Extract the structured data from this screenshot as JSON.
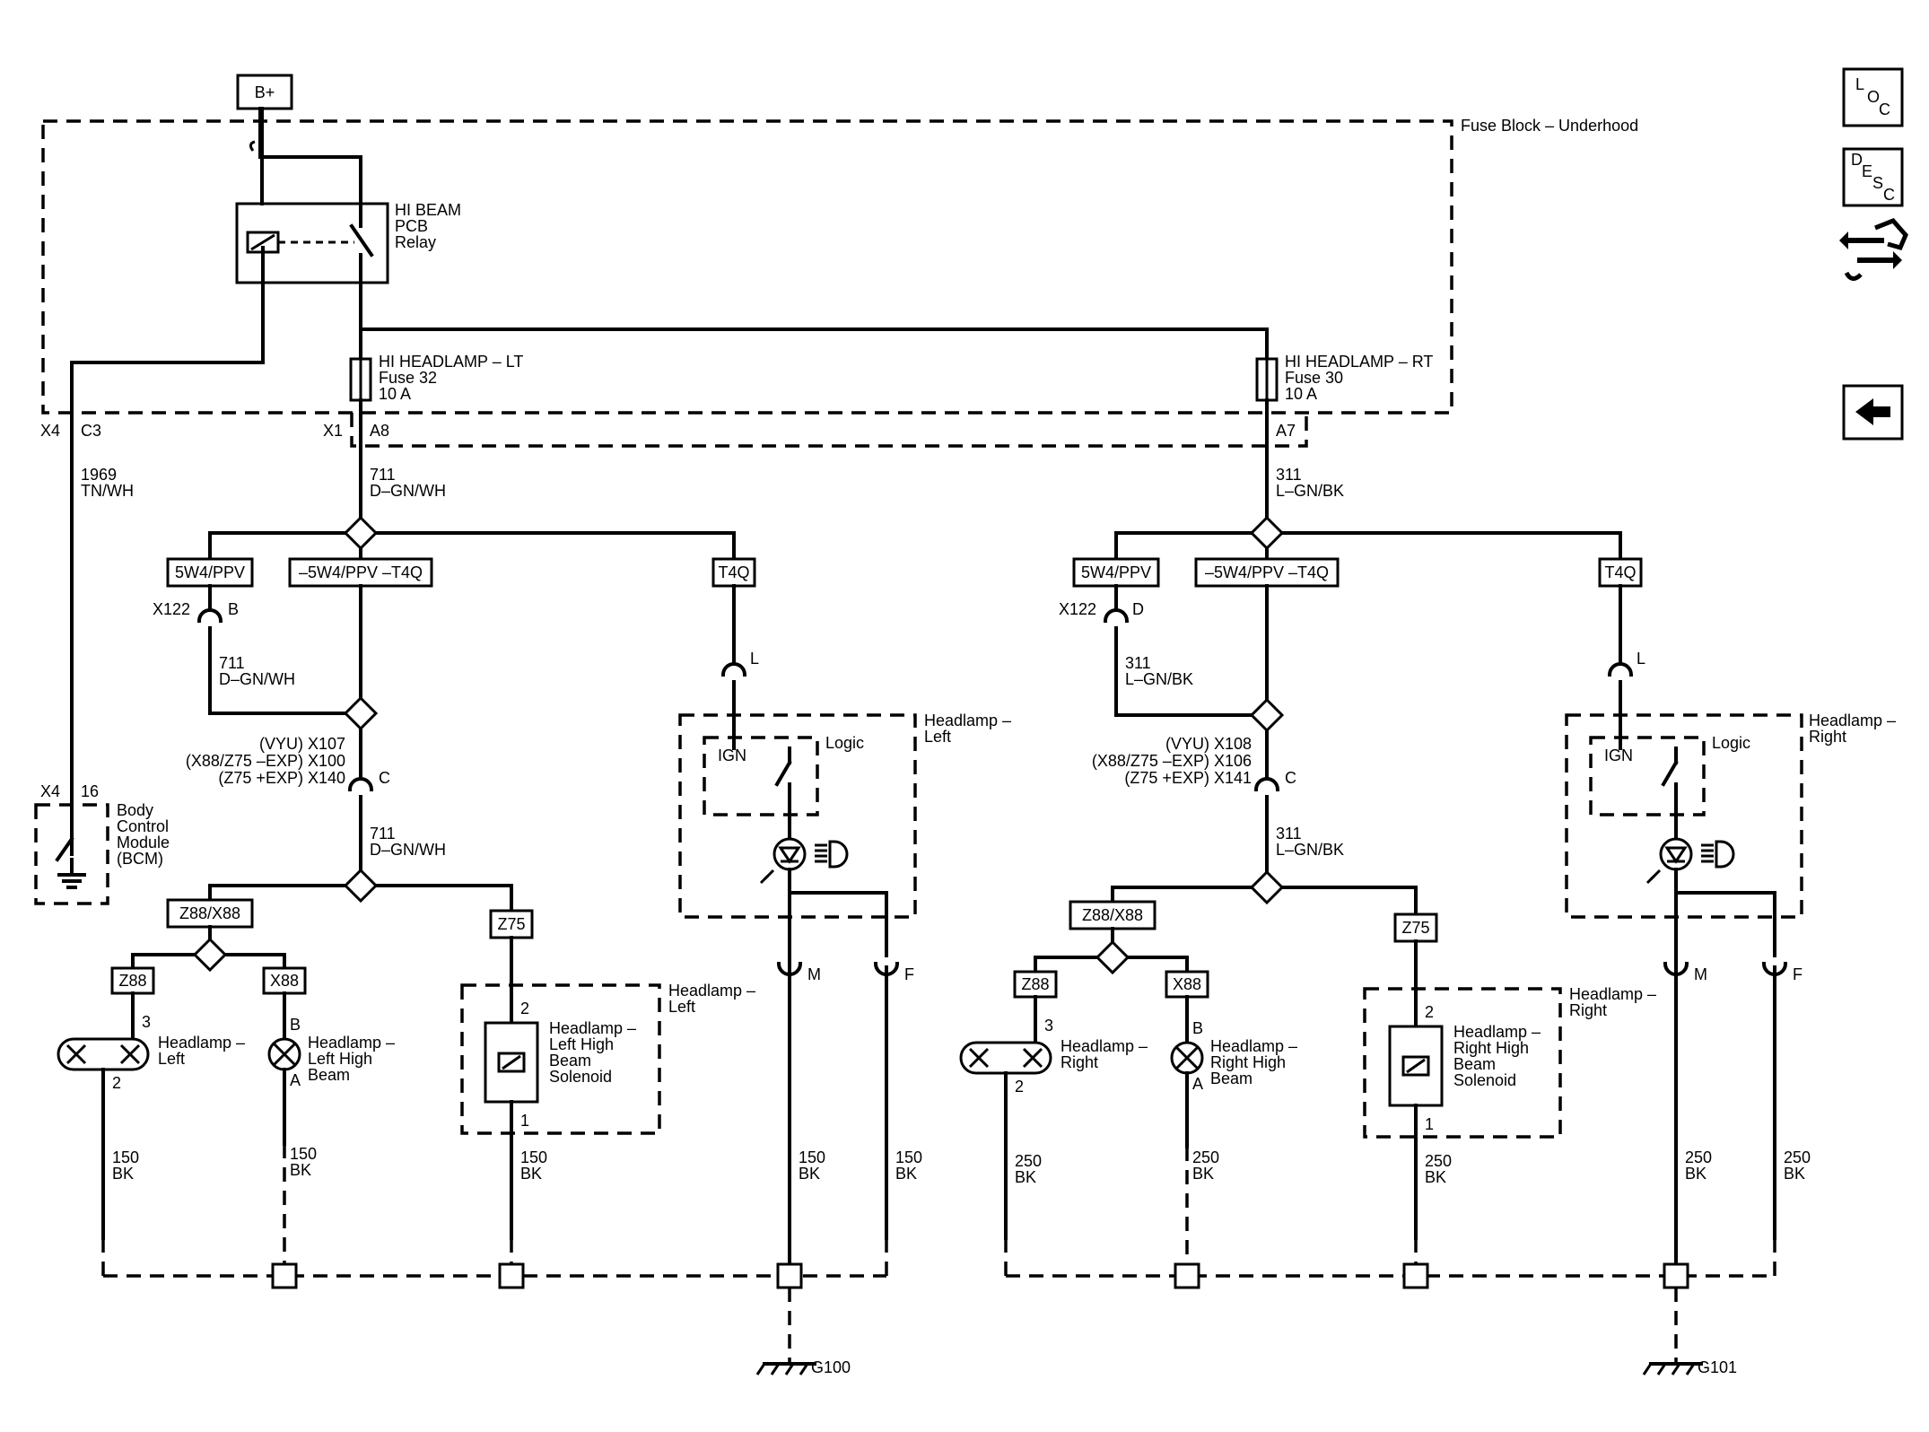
{
  "source": "B+",
  "fuse_block": "Fuse Block – Underhood",
  "relay": [
    "HI BEAM",
    "PCB",
    "Relay"
  ],
  "fuse_lt": [
    "HI HEADLAMP – LT",
    "Fuse 32",
    "10 A"
  ],
  "fuse_rt": [
    "HI HEADLAMP – RT",
    "Fuse 30",
    "10 A"
  ],
  "conn_top": {
    "x4": "X4",
    "c3": "C3",
    "x1": "X1",
    "a8": "A8",
    "a7": "A7"
  },
  "wire_1969": [
    "1969",
    "TN/WH"
  ],
  "wire_711": [
    "711",
    "D–GN/WH"
  ],
  "wire_311": [
    "311",
    "L–GN/BK"
  ],
  "opt": {
    "p5w4": "5W4/PPV",
    "m5w4": "–5W4/PPV –T4Q",
    "t4q": "T4Q",
    "z88x88": "Z88/X88",
    "z88": "Z88",
    "x88": "X88",
    "z75": "Z75"
  },
  "bcm": {
    "x4": "X4",
    "pin": "16",
    "label": [
      "Body",
      "Control",
      "Module",
      "(BCM)"
    ]
  },
  "left": {
    "x122": "X122",
    "x122_pin": "B",
    "conn_lines": [
      "(VYU) X107",
      "(X88/Z75 –EXP) X100",
      "(Z75 +EXP) X140"
    ],
    "conn_pin": "C",
    "logic_title": [
      "Headlamp –",
      "Left"
    ],
    "ign": "IGN",
    "logic": "Logic",
    "pin_l": "L",
    "pin_m": "M",
    "pin_f": "F",
    "hl": [
      "Headlamp –",
      "Left"
    ],
    "hl_p3": "3",
    "hl_p2": "2",
    "hb": [
      "Headlamp –",
      "Left High",
      "Beam"
    ],
    "hb_pb": "B",
    "hb_pa": "A",
    "sol_title": [
      "Headlamp –",
      "Left"
    ],
    "sol": [
      "Headlamp –",
      "Left High",
      "Beam",
      "Solenoid"
    ],
    "sol_p2": "2",
    "sol_p1": "1",
    "gnd_wire": "150",
    "gnd_color": "BK",
    "ground": "G100"
  },
  "right": {
    "x122": "X122",
    "x122_pin": "D",
    "conn_lines": [
      "(VYU) X108",
      "(X88/Z75 –EXP) X106",
      "(Z75 +EXP) X141"
    ],
    "conn_pin": "C",
    "logic_title": [
      "Headlamp –",
      "Right"
    ],
    "ign": "IGN",
    "logic": "Logic",
    "pin_l": "L",
    "pin_m": "M",
    "pin_f": "F",
    "hl": [
      "Headlamp –",
      "Right"
    ],
    "hl_p3": "3",
    "hl_p2": "2",
    "hb": [
      "Headlamp –",
      "Right High",
      "Beam"
    ],
    "hb_pb": "B",
    "hb_pa": "A",
    "sol_title": [
      "Headlamp –",
      "Right"
    ],
    "sol": [
      "Headlamp –",
      "Right High",
      "Beam",
      "Solenoid"
    ],
    "sol_p2": "2",
    "sol_p1": "1",
    "gnd_wire": "250",
    "gnd_color": "BK",
    "ground": "G101"
  },
  "nav": {
    "loc": [
      "L",
      "O",
      "C"
    ],
    "desc": [
      "D",
      "E",
      "S",
      "C"
    ]
  }
}
